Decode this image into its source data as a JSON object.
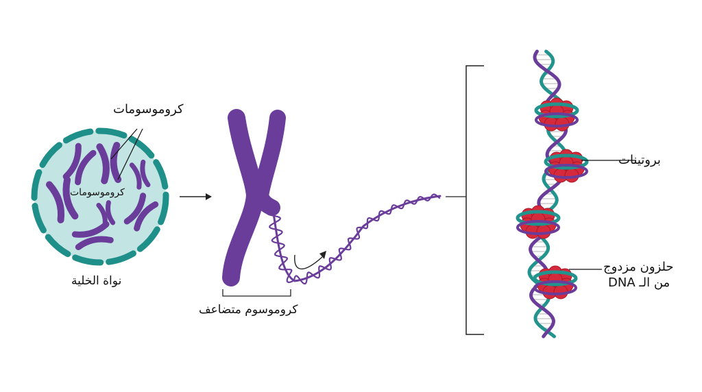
{
  "labels": {
    "chromosomes_top": "كروموسومات",
    "chromosomes_inner": "كروموسومات",
    "nucleus": "نواة الخلية",
    "duplicated_chromosome": "كروموسوم متضاعف",
    "proteins": "بروتينات",
    "dna_helix_line1": "حلزون مزدوج",
    "dna_helix_line2": "من الـ DNA"
  },
  "colors": {
    "chromosome": "#6a3d9a",
    "nucleus_fill": "#c2e4e2",
    "nucleus_membrane": "#1f8f8a",
    "dna_strand_a": "#23938e",
    "dna_strand_b": "#6a3d9a",
    "histone": "#d42a3c"
  }
}
